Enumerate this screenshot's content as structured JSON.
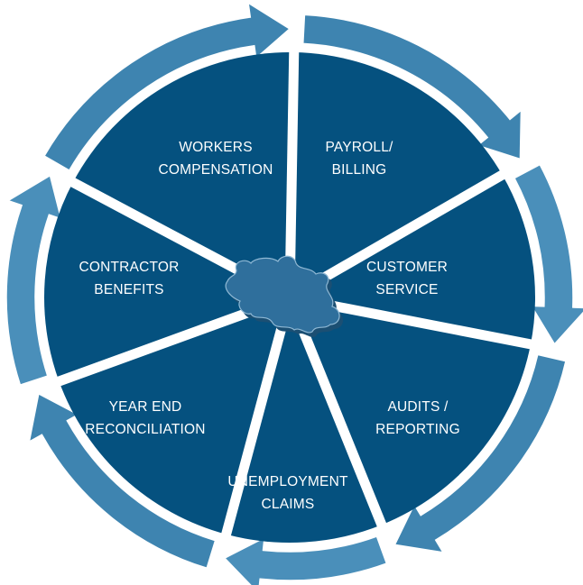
{
  "colors": {
    "segment": "#05517f",
    "arrow_ring": "#3e84b0",
    "arrow_ring_light": "#4a8fba",
    "puzzle_fill": "#2f6f9c",
    "puzzle_edge": "#1b4f73",
    "background": "#ffffff"
  },
  "segments": [
    {
      "line1": "WORKERS",
      "line2": "COMPENSATION"
    },
    {
      "line1": "PAYROLL/",
      "line2": "BILLING"
    },
    {
      "line1": "CUSTOMER",
      "line2": "SERVICE"
    },
    {
      "line1": "AUDITS /",
      "line2": "REPORTING"
    },
    {
      "line1": "UNEMPLOYMENT",
      "line2": "CLAIMS"
    },
    {
      "line1": "YEAR END",
      "line2": "RECONCILIATION"
    },
    {
      "line1": "CONTRACTOR",
      "line2": "BENEFITS"
    }
  ],
  "center_icon": "puzzle-piece-icon"
}
